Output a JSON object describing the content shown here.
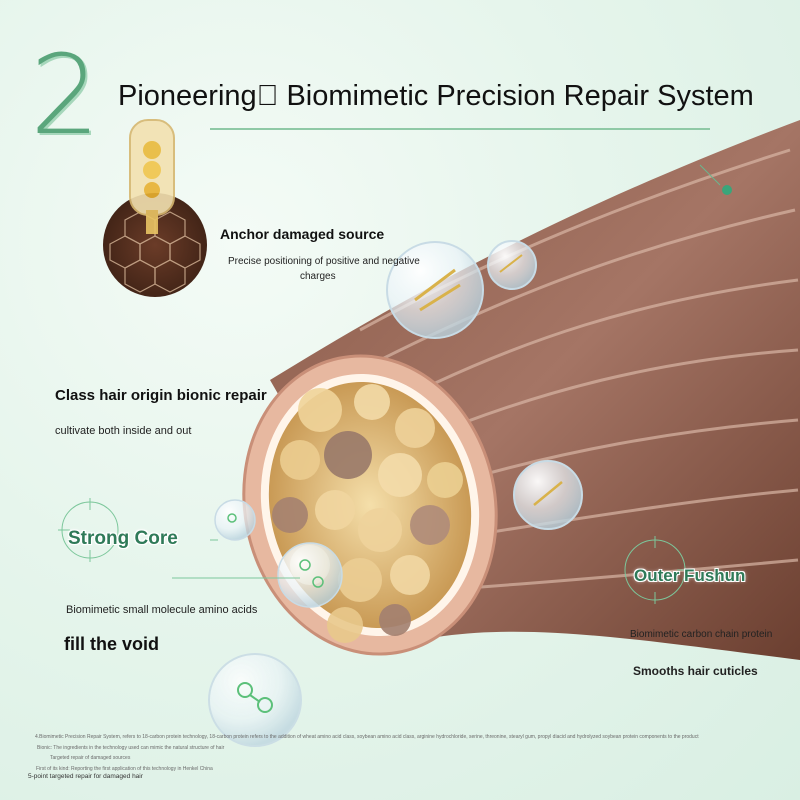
{
  "header": {
    "number": "2",
    "title": "Pioneering\u0000 Biomimetic Precision Repair System"
  },
  "features": {
    "anchor": {
      "title": "Anchor damaged source",
      "subtitle_line1": "Precise positioning of positive and negative",
      "subtitle_line2": "charges"
    },
    "class_hair": {
      "title": "Class hair origin bionic repair",
      "subtitle": "cultivate both inside and out"
    },
    "strong_core": {
      "title": "Strong Core",
      "desc": "Biomimetic small molecule amino acids",
      "big": "fill the void"
    },
    "outer": {
      "title": "Outer Fushun",
      "desc": "Biomimetic carbon chain protein",
      "big": "Smooths hair cuticles"
    }
  },
  "footnotes": {
    "line1": "4.Biomimetic Precision Repair System, refers to 18-carbon protein technology, 18-carbon protein refers to the addition of wheat amino acid class, soybean amino acid class, arginine hydrochloride, serine, threonine, stearyl gum, propyl diacid and hydrolyzed soybean protein components to the product",
    "line2": "Bionic: The ingredients in the technology used can mimic the natural structure of hair",
    "line3": "Targeted repair of damaged sources",
    "line4": "First of its kind: Reporting the first application of this technology in Henkel China",
    "line5": "5-point targeted repair for damaged hair"
  },
  "colors": {
    "accent_green": "#2f7a58",
    "hair_brown": "#7a4a3a",
    "hair_core": "#e8c98a",
    "background": "#e6f5ec"
  }
}
